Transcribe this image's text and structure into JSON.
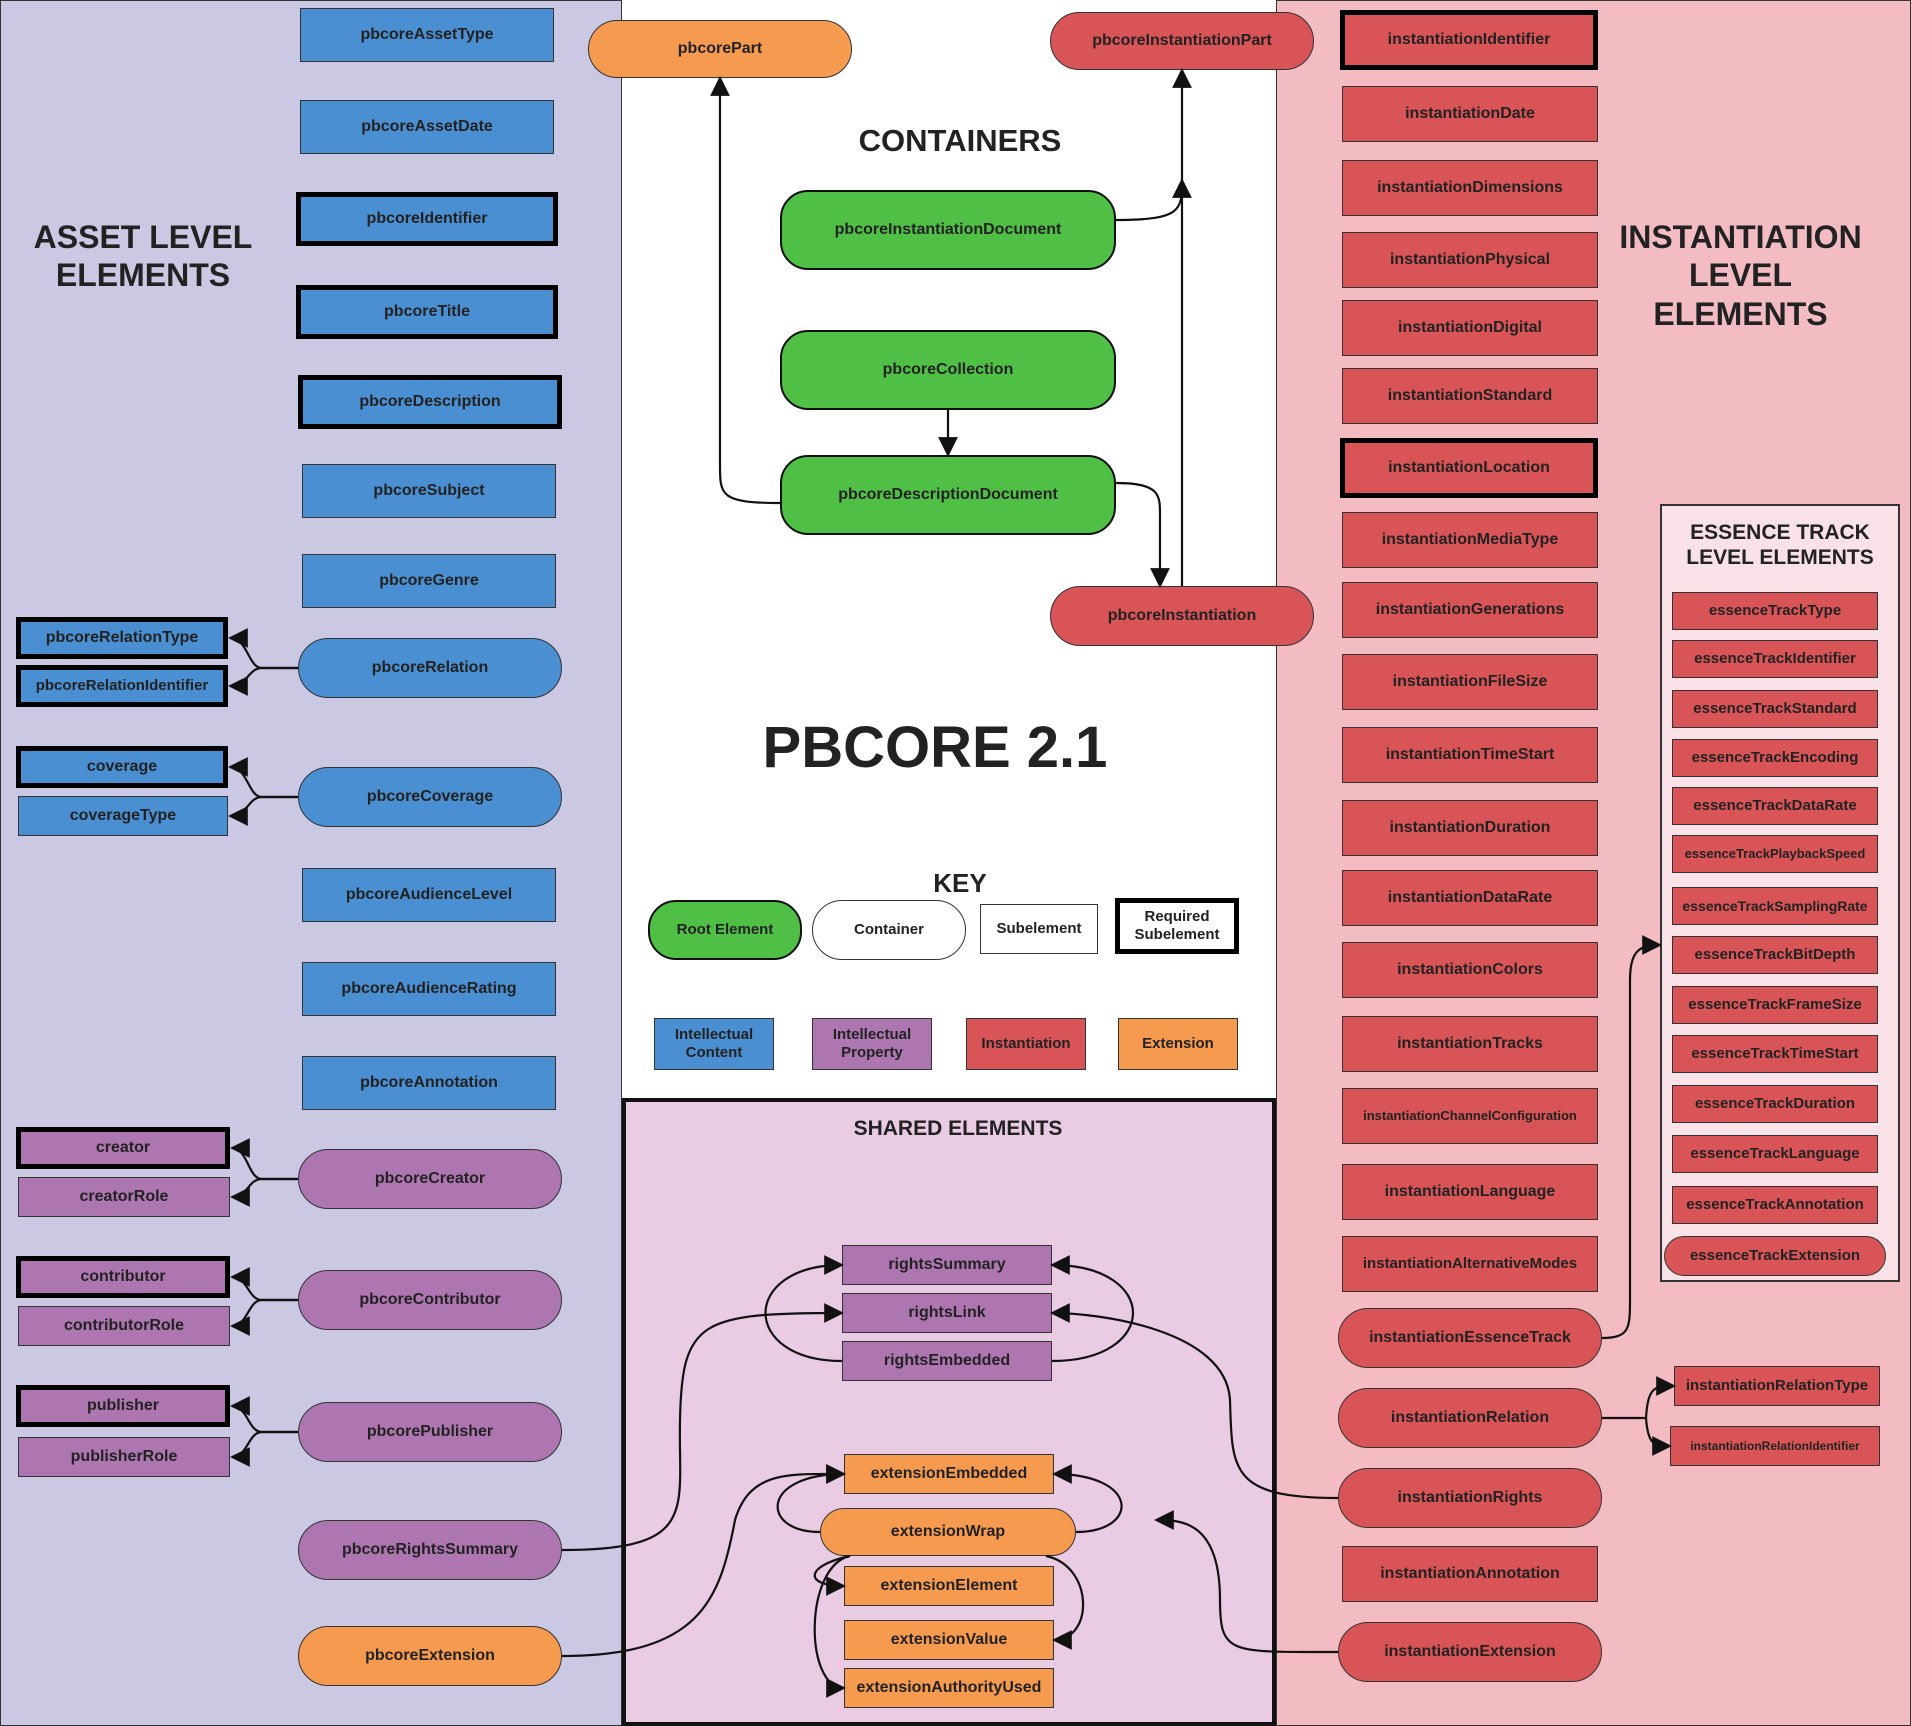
{
  "headings": {
    "asset_level": "ASSET LEVEL\nELEMENTS",
    "instantiation_level": "INSTANTIATION\nLEVEL\nELEMENTS",
    "containers": "CONTAINERS",
    "title": "PBCORE 2.1",
    "key": "KEY",
    "shared": "SHARED ELEMENTS",
    "essence": "ESSENCE TRACK\nLEVEL ELEMENTS"
  },
  "colors": {
    "asset_bg": "#cbc8e3",
    "instantiation_bg": "#f3bcc3",
    "shared_bg": "#e9cce3",
    "essence_bg": "#f8e2e8",
    "intellectual_content": "#4a8fd1",
    "intellectual_property": "#ae76b0",
    "instantiation": "#d95456",
    "extension": "#f59a4f",
    "root": "#4fbf45"
  },
  "nodes": [
    {
      "id": "pbcoreAssetType",
      "label": "pbcoreAssetType"
    },
    {
      "id": "pbcoreAssetDate",
      "label": "pbcoreAssetDate"
    },
    {
      "id": "pbcoreIdentifier",
      "label": "pbcoreIdentifier"
    },
    {
      "id": "pbcoreTitle",
      "label": "pbcoreTitle"
    },
    {
      "id": "pbcoreDescription",
      "label": "pbcoreDescription"
    },
    {
      "id": "pbcoreSubject",
      "label": "pbcoreSubject"
    },
    {
      "id": "pbcoreGenre",
      "label": "pbcoreGenre"
    },
    {
      "id": "pbcoreRelation",
      "label": "pbcoreRelation"
    },
    {
      "id": "pbcoreRelationType",
      "label": "pbcoreRelationType"
    },
    {
      "id": "pbcoreRelationIdentifier",
      "label": "pbcoreRelationIdentifier"
    },
    {
      "id": "pbcoreCoverage",
      "label": "pbcoreCoverage"
    },
    {
      "id": "coverage",
      "label": "coverage"
    },
    {
      "id": "coverageType",
      "label": "coverageType"
    },
    {
      "id": "pbcoreAudienceLevel",
      "label": "pbcoreAudienceLevel"
    },
    {
      "id": "pbcoreAudienceRating",
      "label": "pbcoreAudienceRating"
    },
    {
      "id": "pbcoreAnnotation",
      "label": "pbcoreAnnotation"
    },
    {
      "id": "pbcoreCreator",
      "label": "pbcoreCreator"
    },
    {
      "id": "creator",
      "label": "creator"
    },
    {
      "id": "creatorRole",
      "label": "creatorRole"
    },
    {
      "id": "pbcoreContributor",
      "label": "pbcoreContributor"
    },
    {
      "id": "contributor",
      "label": "contributor"
    },
    {
      "id": "contributorRole",
      "label": "contributorRole"
    },
    {
      "id": "pbcorePublisher",
      "label": "pbcorePublisher"
    },
    {
      "id": "publisher",
      "label": "publisher"
    },
    {
      "id": "publisherRole",
      "label": "publisherRole"
    },
    {
      "id": "pbcoreRightsSummary",
      "label": "pbcoreRightsSummary"
    },
    {
      "id": "pbcoreExtension",
      "label": "pbcoreExtension"
    },
    {
      "id": "pbcorePart",
      "label": "pbcorePart"
    },
    {
      "id": "pbcoreInstantiationPart",
      "label": "pbcoreInstantiationPart"
    },
    {
      "id": "pbcoreInstantiationDocument",
      "label": "pbcoreInstantiationDocument"
    },
    {
      "id": "pbcoreCollection",
      "label": "pbcoreCollection"
    },
    {
      "id": "pbcoreDescriptionDocument",
      "label": "pbcoreDescriptionDocument"
    },
    {
      "id": "pbcoreInstantiation",
      "label": "pbcoreInstantiation"
    },
    {
      "id": "key-root",
      "label": "Root Element"
    },
    {
      "id": "key-container",
      "label": "Container"
    },
    {
      "id": "key-sub",
      "label": "Subelement"
    },
    {
      "id": "key-req",
      "label": "Required\nSubelement"
    },
    {
      "id": "key-ic",
      "label": "Intellectual\nContent"
    },
    {
      "id": "key-ip",
      "label": "Intellectual\nProperty"
    },
    {
      "id": "key-inst",
      "label": "Instantiation"
    },
    {
      "id": "key-ext",
      "label": "Extension"
    },
    {
      "id": "rightsSummary",
      "label": "rightsSummary"
    },
    {
      "id": "rightsLink",
      "label": "rightsLink"
    },
    {
      "id": "rightsEmbedded",
      "label": "rightsEmbedded"
    },
    {
      "id": "extensionEmbedded",
      "label": "extensionEmbedded"
    },
    {
      "id": "extensionWrap",
      "label": "extensionWrap"
    },
    {
      "id": "extensionElement",
      "label": "extensionElement"
    },
    {
      "id": "extensionValue",
      "label": "extensionValue"
    },
    {
      "id": "extensionAuthorityUsed",
      "label": "extensionAuthorityUsed"
    },
    {
      "id": "instantiationIdentifier",
      "label": "instantiationIdentifier"
    },
    {
      "id": "instantiationDate",
      "label": "instantiationDate"
    },
    {
      "id": "instantiationDimensions",
      "label": "instantiationDimensions"
    },
    {
      "id": "instantiationPhysical",
      "label": "instantiationPhysical"
    },
    {
      "id": "instantiationDigital",
      "label": "instantiationDigital"
    },
    {
      "id": "instantiationStandard",
      "label": "instantiationStandard"
    },
    {
      "id": "instantiationLocation",
      "label": "instantiationLocation"
    },
    {
      "id": "instantiationMediaType",
      "label": "instantiationMediaType"
    },
    {
      "id": "instantiationGenerations",
      "label": "instantiationGenerations"
    },
    {
      "id": "instantiationFileSize",
      "label": "instantiationFileSize"
    },
    {
      "id": "instantiationTimeStart",
      "label": "instantiationTimeStart"
    },
    {
      "id": "instantiationDuration",
      "label": "instantiationDuration"
    },
    {
      "id": "instantiationDataRate",
      "label": "instantiationDataRate"
    },
    {
      "id": "instantiationColors",
      "label": "instantiationColors"
    },
    {
      "id": "instantiationTracks",
      "label": "instantiationTracks"
    },
    {
      "id": "instantiationChannelConfiguration",
      "label": "instantiationChannelConfiguration"
    },
    {
      "id": "instantiationLanguage",
      "label": "instantiationLanguage"
    },
    {
      "id": "instantiationAlternativeModes",
      "label": "instantiationAlternativeModes"
    },
    {
      "id": "instantiationEssenceTrack",
      "label": "instantiationEssenceTrack"
    },
    {
      "id": "instantiationRelation",
      "label": "instantiationRelation"
    },
    {
      "id": "instantiationRights",
      "label": "instantiationRights"
    },
    {
      "id": "instantiationAnnotation",
      "label": "instantiationAnnotation"
    },
    {
      "id": "instantiationExtension",
      "label": "instantiationExtension"
    },
    {
      "id": "instantiationRelationType",
      "label": "instantiationRelationType"
    },
    {
      "id": "instantiationRelationIdentifier",
      "label": "instantiationRelationIdentifier"
    },
    {
      "id": "essenceTrackType",
      "label": "essenceTrackType"
    },
    {
      "id": "essenceTrackIdentifier",
      "label": "essenceTrackIdentifier"
    },
    {
      "id": "essenceTrackStandard",
      "label": "essenceTrackStandard"
    },
    {
      "id": "essenceTrackEncoding",
      "label": "essenceTrackEncoding"
    },
    {
      "id": "essenceTrackDataRate",
      "label": "essenceTrackDataRate"
    },
    {
      "id": "essenceTrackPlaybackSpeed",
      "label": "essenceTrackPlaybackSpeed"
    },
    {
      "id": "essenceTrackSamplingRate",
      "label": "essenceTrackSamplingRate"
    },
    {
      "id": "essenceTrackBitDepth",
      "label": "essenceTrackBitDepth"
    },
    {
      "id": "essenceTrackFrameSize",
      "label": "essenceTrackFrameSize"
    },
    {
      "id": "essenceTrackTimeStart",
      "label": "essenceTrackTimeStart"
    },
    {
      "id": "essenceTrackDuration",
      "label": "essenceTrackDuration"
    },
    {
      "id": "essenceTrackLanguage",
      "label": "essenceTrackLanguage"
    },
    {
      "id": "essenceTrackAnnotation",
      "label": "essenceTrackAnnotation"
    },
    {
      "id": "essenceTrackExtension",
      "label": "essenceTrackExtension"
    }
  ],
  "edges": [
    {
      "from": "pbcoreCollection",
      "to": "pbcoreDescriptionDocument"
    },
    {
      "from": "pbcoreDescriptionDocument",
      "to": "pbcorePart"
    },
    {
      "from": "pbcoreDescriptionDocument",
      "to": "pbcoreInstantiation"
    },
    {
      "from": "pbcoreInstantiationDocument",
      "to": "pbcoreInstantiationPart"
    },
    {
      "from": "pbcoreInstantiation",
      "to": "pbcoreInstantiationPart"
    },
    {
      "from": "pbcoreRelation",
      "to": "pbcoreRelationType"
    },
    {
      "from": "pbcoreRelation",
      "to": "pbcoreRelationIdentifier"
    },
    {
      "from": "pbcoreCoverage",
      "to": "coverage"
    },
    {
      "from": "pbcoreCoverage",
      "to": "coverageType"
    },
    {
      "from": "pbcoreCreator",
      "to": "creator"
    },
    {
      "from": "pbcoreCreator",
      "to": "creatorRole"
    },
    {
      "from": "pbcoreContributor",
      "to": "contributor"
    },
    {
      "from": "pbcoreContributor",
      "to": "contributorRole"
    },
    {
      "from": "pbcorePublisher",
      "to": "publisher"
    },
    {
      "from": "pbcorePublisher",
      "to": "publisherRole"
    },
    {
      "from": "pbcoreRightsSummary",
      "to": "rightsLink"
    },
    {
      "from": "pbcoreExtension",
      "to": "extensionWrap"
    },
    {
      "from": "instantiationRights",
      "to": "rightsLink"
    },
    {
      "from": "instantiationExtension",
      "to": "extensionWrap"
    },
    {
      "from": "instantiationEssenceTrack",
      "to": "essenceTrackBitDepth"
    },
    {
      "from": "instantiationRelation",
      "to": "instantiationRelationType"
    },
    {
      "from": "instantiationRelation",
      "to": "instantiationRelationIdentifier"
    },
    {
      "from": "extensionWrap",
      "to": "extensionElement"
    },
    {
      "from": "extensionWrap",
      "to": "extensionValue"
    },
    {
      "from": "extensionWrap",
      "to": "extensionAuthorityUsed"
    }
  ]
}
